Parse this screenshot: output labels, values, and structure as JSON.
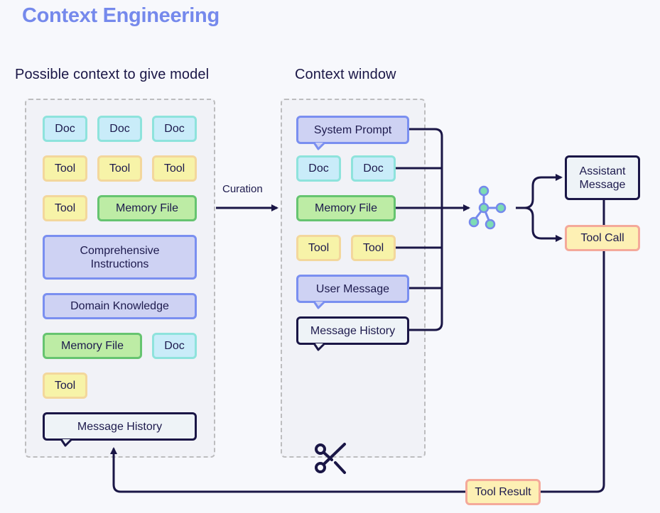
{
  "title": "Context Engineering",
  "left_panel": {
    "heading": "Possible context to give model",
    "items": {
      "doc1": "Doc",
      "doc2": "Doc",
      "doc3": "Doc",
      "tool1": "Tool",
      "tool2": "Tool",
      "tool3": "Tool",
      "tool4": "Tool",
      "memory1": "Memory File",
      "instructions": "Comprehensive Instructions",
      "domain": "Domain Knowledge",
      "memory2": "Memory File",
      "doc4": "Doc",
      "tool5": "Tool",
      "history": "Message History"
    }
  },
  "curation_label": "Curation",
  "context_window": {
    "heading": "Context window",
    "items": {
      "system_prompt": "System Prompt",
      "doc1": "Doc",
      "doc2": "Doc",
      "memory": "Memory File",
      "tool1": "Tool",
      "tool2": "Tool",
      "user_message": "User Message",
      "history": "Message History"
    }
  },
  "outputs": {
    "assistant_message": "Assistant Message",
    "tool_call": "Tool Call",
    "tool_result": "Tool Result"
  },
  "icons": {
    "model": "model-network-icon",
    "trim": "scissors-icon"
  },
  "colors": {
    "title": "#7589ec",
    "ink": "#1a1646",
    "doc_fill": "#c9ecf9",
    "tool_fill": "#f7f3a8",
    "memory_fill": "#bdeca5",
    "instruction_fill": "#ced2f3",
    "tool_call_fill": "#fdf0b4",
    "node_fill": "#7ddcb4",
    "node_stroke": "#7589ec"
  }
}
